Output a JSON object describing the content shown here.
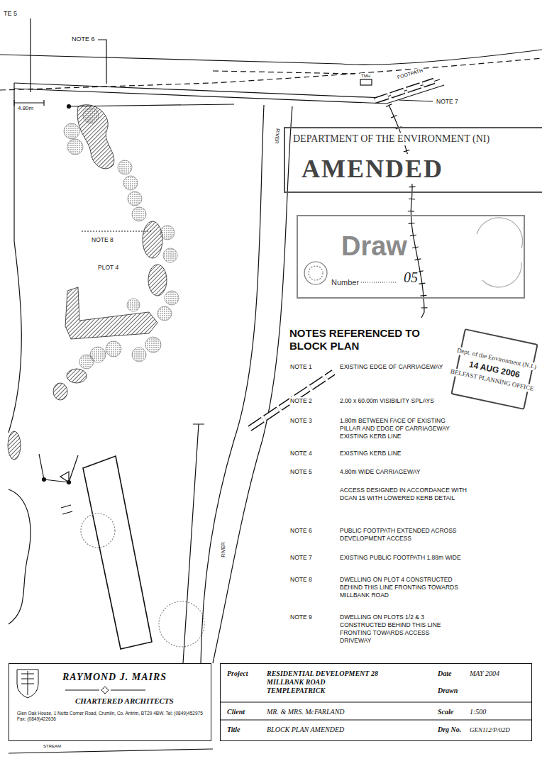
{
  "diagram": {
    "nodes": [
      {
        "text": [
          "DEPARTMENT OF THE ENVIRONMENT (NI)",
          "AMENDED"
        ]
      },
      {
        "text": [
          "Draw",
          "Number",
          "05"
        ]
      },
      {
        "text": [
          "Dept. of the Environment (N.I.)",
          "14 AUG 2006",
          "BELFAST PLANNING OFFICE"
        ]
      },
      {
        "text": [
          "RAYMOND J. MAIRS",
          "CHARTERED ARCHITECTS",
          "Glen Oak House, 1 Nutts Corner Road, Crumlin, Co. Antrim, BT29 4BW. Tel: (0849)452975 Fax: (0849)422636"
        ]
      },
      {
        "text": [
          "Project",
          "RESIDENTIAL DEVELOPMENT 28 MILLBANK ROAD TEMPLEPATRICK",
          "Date",
          "MAY 2004",
          "Drawn",
          "Client",
          "MR. & MRS. McFARLAND",
          "Scale",
          "1:500",
          "Title",
          "BLOCK PLAN AMENDED",
          "Drg No.",
          "GEN112/P/02D"
        ]
      }
    ],
    "labels": [
      "TE 5",
      "NOTE 6",
      "4.80m",
      "TMH",
      "FOOTPATH",
      "NOTE 7",
      "RIVER",
      "NOTE 8",
      "PLOT 4",
      "NOTES REFERENCED TO BLOCK PLAN",
      "NOTE 1",
      "EXISTING EDGE OF CARRIAGEWAY",
      "NOTE 2",
      "2.00 x 60.00m VISIBILITY SPLAYS",
      "NOTE 3",
      "1.80m BETWEEN FACE OF EXISTING PILLAR AND EDGE OF CARRIAGEWAY EXISTING KERB LINE",
      "NOTE 4",
      "EXISTING KERB LINE",
      "NOTE 5",
      "4.80m WIDE CARRIAGEWAY",
      "ACCESS DESIGNED IN ACCORDANCE WITH DCAN 15 WITH LOWERED KERB DETAIL",
      "NOTE 6",
      "PUBLIC FOOTPATH EXTENDED ACROSS DEVELOPMENT ACCESS",
      "NOTE 7",
      "EXISTING PUBLIC FOOTPATH 1.88m WIDE",
      "NOTE 8",
      "DWELLING ON PLOT 4 CONSTRUCTED BEHIND THIS LINE FRONTING TOWARDS MILLBANK ROAD",
      "NOTE 9",
      "DWELLING ON PLOTS 1/2 & 3 CONSTRUCTED BEHIND THIS LINE FRONTING TOWARDS ACCESS DRIVEWAY",
      "RIVER",
      "STREAM"
    ]
  }
}
